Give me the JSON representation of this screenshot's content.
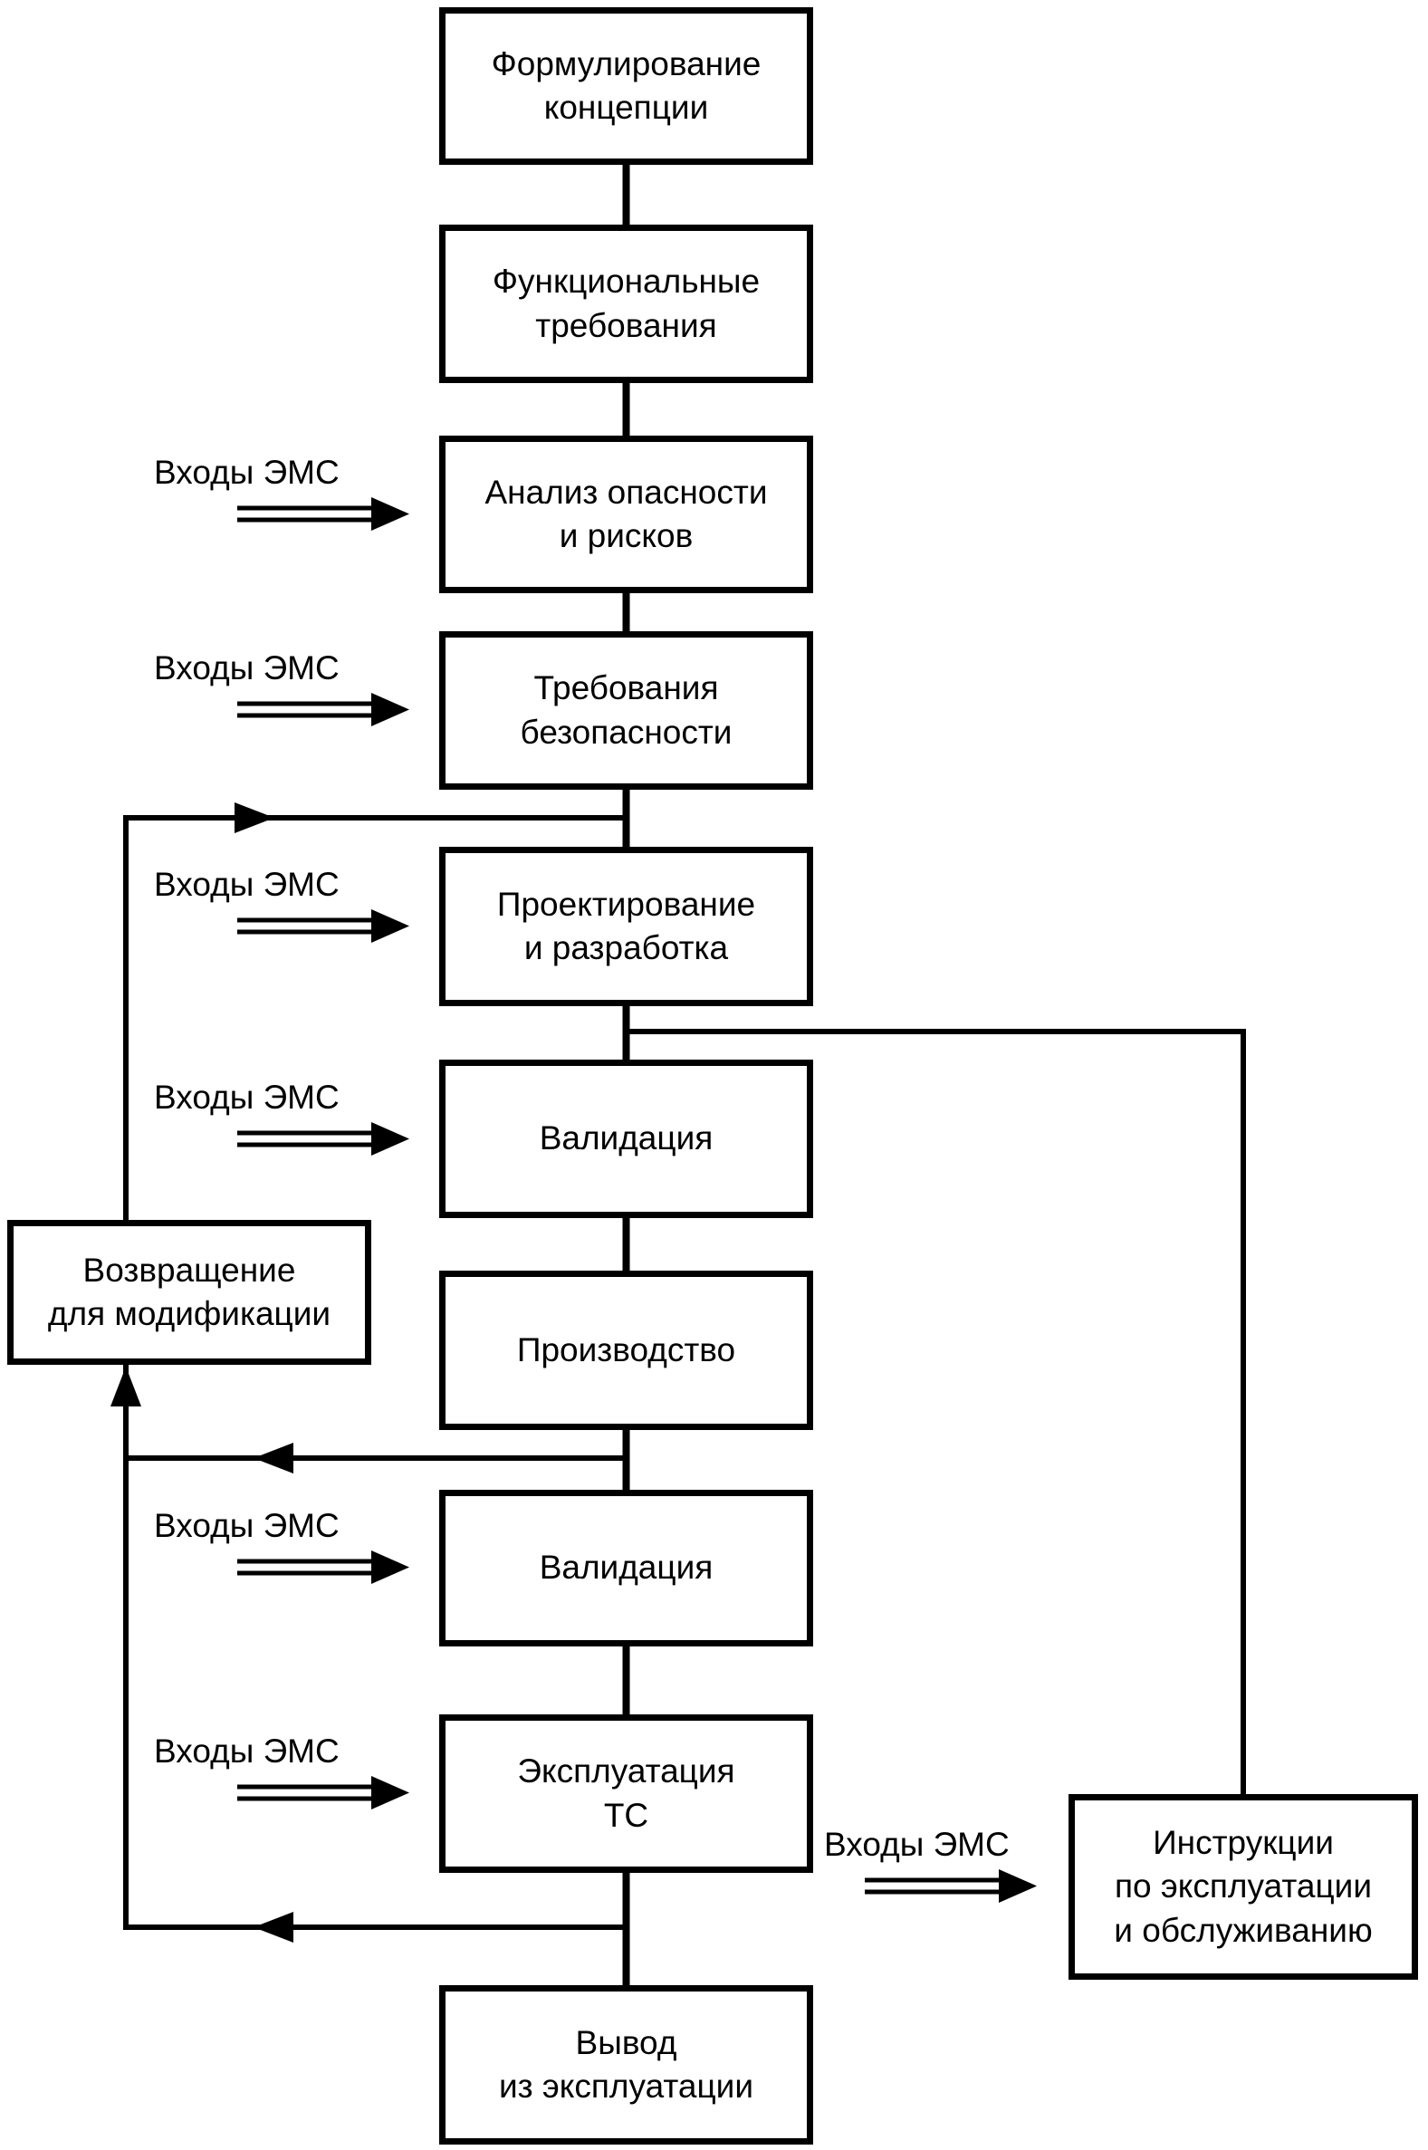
{
  "diagram": {
    "kind": "flowchart",
    "language": "ru",
    "colors": {
      "line": "#000000",
      "background": "#ffffff",
      "box_fill": "#ffffff",
      "text": "#000000"
    },
    "nodes": {
      "concept": {
        "label": "Формулирование\nконцепции"
      },
      "functional": {
        "label": "Функциональные\nтребования"
      },
      "hazard": {
        "label": "Анализ опасности\nи рисков"
      },
      "safety": {
        "label": "Требования\nбезопасности"
      },
      "design": {
        "label": "Проектирование\nи разработка"
      },
      "validation1": {
        "label": "Валидация"
      },
      "production": {
        "label": "Производство"
      },
      "validation2": {
        "label": "Валидация"
      },
      "operation": {
        "label": "Эксплуатация\nТС"
      },
      "decommission": {
        "label": "Вывод\nиз эксплуатации"
      },
      "modification": {
        "label": "Возвращение\nдля модификации"
      },
      "instructions": {
        "label": "Инструкции\nпо эксплуатации\nи обслуживанию"
      }
    },
    "emc_input_label": "Входы ЭМС",
    "emc_input_targets": [
      "hazard",
      "safety",
      "design",
      "validation1",
      "validation2",
      "operation",
      "instructions"
    ],
    "main_flow_order": [
      "concept",
      "functional",
      "hazard",
      "safety",
      "design",
      "validation1",
      "production",
      "validation2",
      "operation",
      "decommission"
    ],
    "feedback_edges": [
      {
        "from": "production",
        "to": "modification"
      },
      {
        "from": "operation",
        "to": "modification"
      },
      {
        "from": "modification",
        "to": "design"
      }
    ],
    "branch_edges": [
      {
        "from": "design",
        "to": "instructions"
      }
    ]
  }
}
